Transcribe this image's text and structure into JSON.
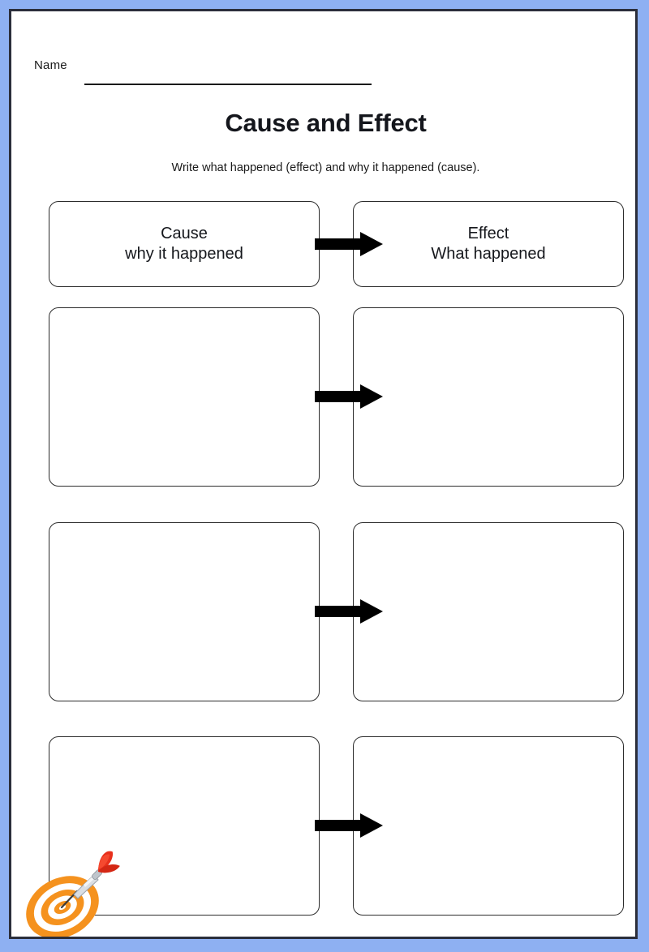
{
  "page": {
    "name_label": "Name",
    "title": "Cause and Effect",
    "subtitle": "Write what happened (effect) and why it happened (cause)."
  },
  "colors": {
    "page_background": "#FFFFFF",
    "outer_background": "#8EB0F2",
    "page_border": "#2B2E3B",
    "box_border": "#2C2C2C",
    "text": "#15171C",
    "arrow": "#000000",
    "target_orange": "#F5921E",
    "dart_flight_red": "#E8301C",
    "dart_barrel_silver": "#D9DDE2"
  },
  "header_row": {
    "left_label": "Cause\nwhy it happened",
    "right_label": "Effect\nWhat happened",
    "arrow_icon": "right-arrow-icon"
  },
  "answer_rows": [
    {
      "index": 1,
      "cause_value": "",
      "cause_placeholder": "",
      "effect_value": "",
      "effect_placeholder": "",
      "arrow_icon": "right-arrow-icon"
    },
    {
      "index": 2,
      "cause_value": "",
      "cause_placeholder": "",
      "effect_value": "",
      "effect_placeholder": "",
      "arrow_icon": "right-arrow-icon"
    },
    {
      "index": 3,
      "cause_value": "",
      "cause_placeholder": "",
      "effect_value": "",
      "effect_placeholder": "",
      "arrow_icon": "right-arrow-icon"
    }
  ],
  "decoration": {
    "graphic_name": "dart-and-target-illustration"
  }
}
